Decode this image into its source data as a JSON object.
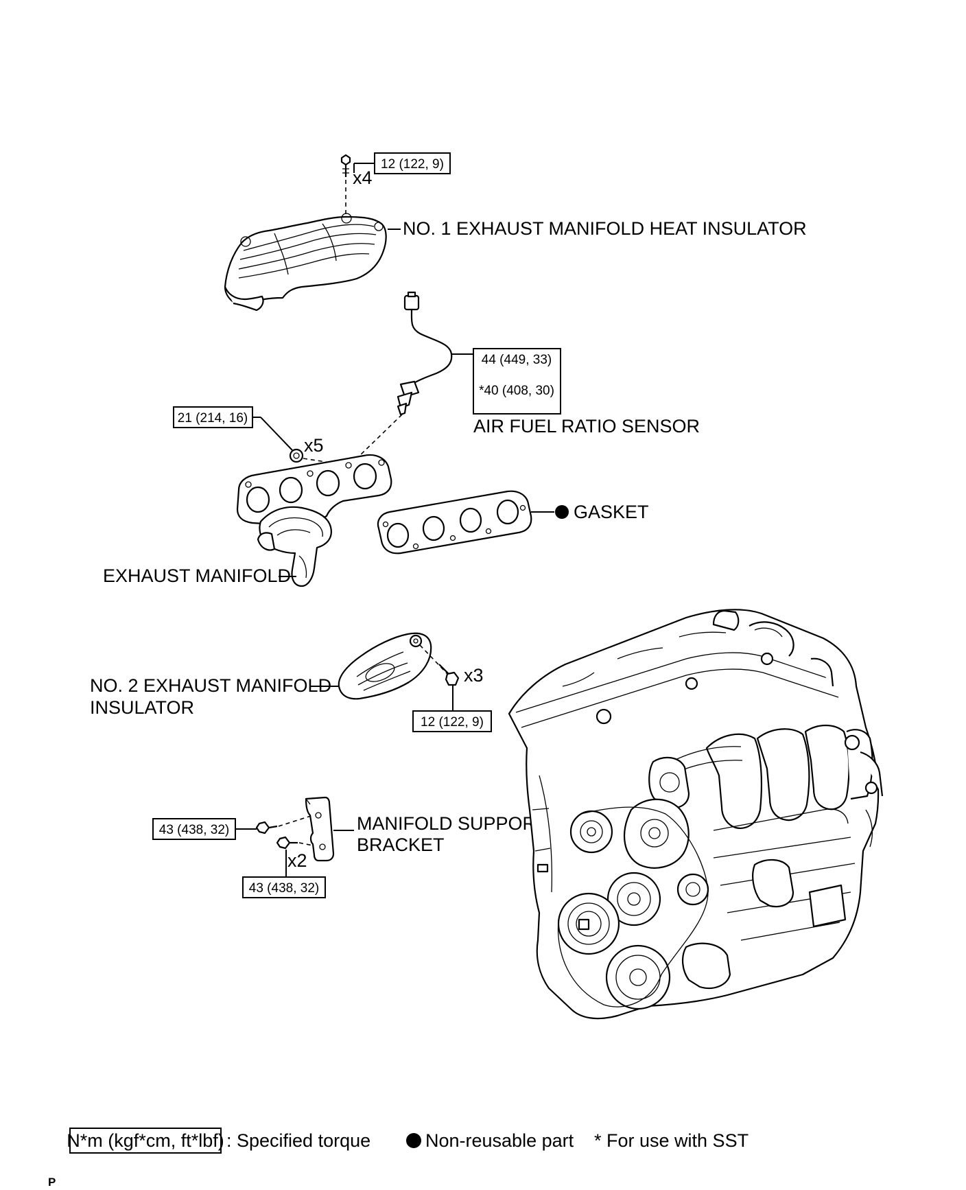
{
  "parts": {
    "heat_insulator_1": "NO. 1 EXHAUST MANIFOLD HEAT INSULATOR",
    "af_sensor": "AIR FUEL RATIO SENSOR",
    "gasket": "GASKET",
    "exhaust_manifold": "EXHAUST MANIFOLD",
    "insulator_2_line1": "NO. 2 EXHAUST MANIFOLD",
    "insulator_2_line2": "INSULATOR",
    "support_bracket_line1": "MANIFOLD SUPPORT",
    "support_bracket_line2": "BRACKET"
  },
  "torque": {
    "insulator1_bolts": "12 (122, 9)",
    "af_sensor": "44 (449, 33)",
    "af_sensor_sst": "*40 (408, 30)",
    "manifold_nuts": "21 (214, 16)",
    "insulator2_bolts": "12 (122, 9)",
    "bracket_bolt_a": "43 (438, 32)",
    "bracket_bolt_b": "43 (438, 32)"
  },
  "quantities": {
    "insulator1_bolts": "x4",
    "manifold_nuts": "x5",
    "insulator2_bolts": "x3",
    "bracket_bolts": "x2"
  },
  "legend": {
    "torque_unit": "N*m (kgf*cm, ft*lbf)",
    "torque_desc": ": Specified torque",
    "non_reusable": "Non-reusable part",
    "sst_note": "* For use with SST"
  },
  "page_code": "P"
}
